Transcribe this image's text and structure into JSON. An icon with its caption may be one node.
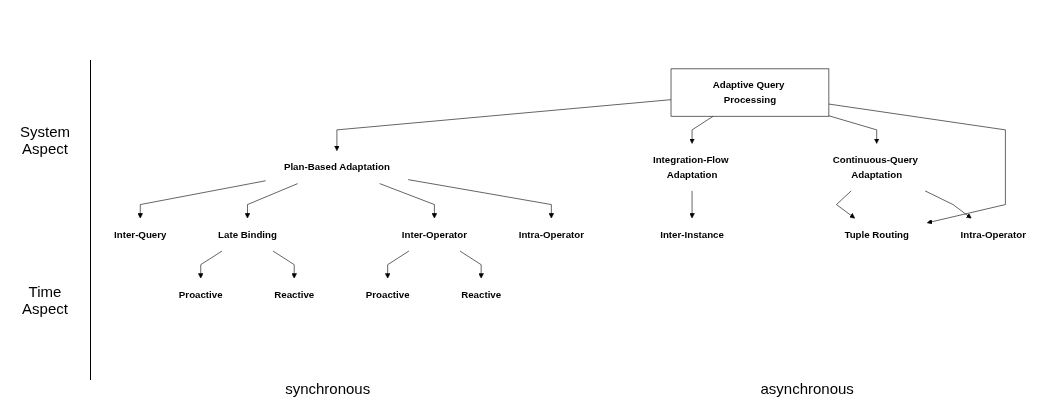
{
  "diagram": {
    "nodes": [
      {
        "text": [
          "Adaptive Query Processing"
        ]
      },
      {
        "text": [
          "Plan-Based Adaptation"
        ]
      },
      {
        "text": [
          "Integration-Flow Adaptation"
        ]
      },
      {
        "text": [
          "Continuous-Query Adaptation"
        ]
      },
      {
        "text": [
          "Tuple Routing"
        ]
      },
      {
        "text": [
          "Inter-Query"
        ]
      },
      {
        "text": [
          "Late Binding"
        ]
      },
      {
        "text": [
          "Inter-Operator"
        ]
      },
      {
        "text": [
          "Intra-Operator"
        ]
      },
      {
        "text": [
          "Inter-Instance"
        ]
      },
      {
        "text": [
          "Intra-Operator"
        ]
      },
      {
        "text": [
          "Proactive"
        ]
      },
      {
        "text": [
          "Reactive"
        ]
      },
      {
        "text": [
          "Proactive"
        ]
      },
      {
        "text": [
          "Reactive"
        ]
      }
    ],
    "edges": [
      {
        "from": 0,
        "to": 1,
        "arrow": "to"
      },
      {
        "from": 0,
        "to": 2,
        "arrow": "to"
      },
      {
        "from": 0,
        "to": 3,
        "arrow": "to"
      },
      {
        "from": 0,
        "to": 4,
        "arrow": "to"
      },
      {
        "from": 3,
        "to": 4,
        "arrow": "to"
      },
      {
        "from": 1,
        "to": 5,
        "arrow": "to"
      },
      {
        "from": 1,
        "to": 6,
        "arrow": "to"
      },
      {
        "from": 1,
        "to": 7,
        "arrow": "to"
      },
      {
        "from": 1,
        "to": 8,
        "arrow": "to"
      },
      {
        "from": 2,
        "to": 9,
        "arrow": "to"
      },
      {
        "from": 3,
        "to": 10,
        "arrow": "to"
      },
      {
        "from": 6,
        "to": 11,
        "arrow": "to"
      },
      {
        "from": 6,
        "to": 12,
        "arrow": "to"
      },
      {
        "from": 7,
        "to": 13,
        "arrow": "to"
      },
      {
        "from": 7,
        "to": 14,
        "arrow": "to"
      }
    ],
    "labels": [
      "System Aspect",
      "Time Aspect",
      "synchronous",
      "asynchronous"
    ]
  }
}
